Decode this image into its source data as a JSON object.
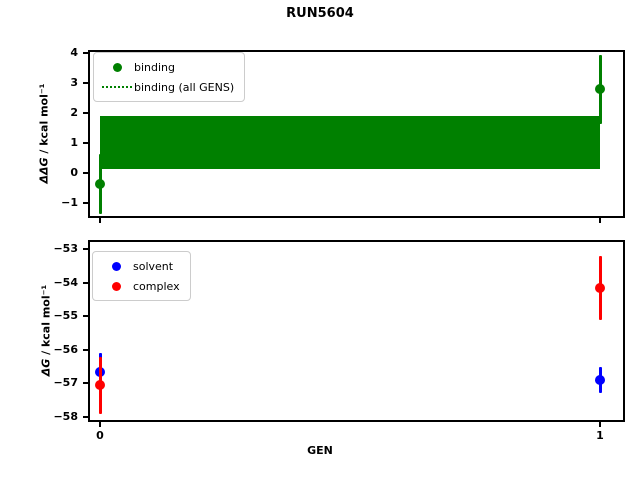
{
  "figure": {
    "title": "RUN5604",
    "background": "#ffffff"
  },
  "chart_data": [
    {
      "type": "scatter",
      "subplot": "top",
      "ylabel_symbol": "ΔΔG",
      "ylabel_units": " / kcal mol⁻¹",
      "ylabel": "ΔΔG / kcal mol⁻¹",
      "xlim": [
        -0.025,
        1.05
      ],
      "ylim": [
        -1.5,
        4.1
      ],
      "yticks": [
        4,
        3,
        2,
        1,
        0,
        -1
      ],
      "xticks": [
        0,
        1
      ],
      "xtick_labels_visible": false,
      "grid": false,
      "legend_position": "upper-left",
      "series": [
        {
          "name": "binding",
          "type": "errorbar-scatter",
          "marker": "dot",
          "color": "#008000",
          "x": [
            0,
            1
          ],
          "y": [
            -0.35,
            2.8
          ],
          "yerr": [
            1.0,
            1.15
          ]
        },
        {
          "name": "binding (all GENS)",
          "type": "hline-band",
          "line_style": "dotted",
          "color": "#008000",
          "mean": 1.0,
          "band_low": 0.15,
          "band_high": 1.9,
          "x_range": [
            0,
            1
          ]
        }
      ]
    },
    {
      "type": "scatter",
      "subplot": "bottom",
      "xlabel": "GEN",
      "ylabel_symbol": "ΔG",
      "ylabel_units": " / kcal mol⁻¹",
      "ylabel": "ΔG / kcal mol⁻¹",
      "xlim": [
        -0.025,
        1.05
      ],
      "ylim": [
        -58.15,
        -52.75
      ],
      "yticks": [
        -53,
        -54,
        -55,
        -56,
        -57,
        -58
      ],
      "xticks": [
        0,
        1
      ],
      "xtick_labels_visible": true,
      "grid": false,
      "legend_position": "upper-left",
      "series": [
        {
          "name": "solvent",
          "type": "errorbar-scatter",
          "marker": "dot",
          "color": "#0000ff",
          "x": [
            0,
            1
          ],
          "y": [
            -56.65,
            -56.9
          ],
          "yerr": [
            0.55,
            0.4
          ]
        },
        {
          "name": "complex",
          "type": "errorbar-scatter",
          "marker": "dot",
          "color": "#ff0000",
          "x": [
            0,
            1
          ],
          "y": [
            -57.05,
            -54.15
          ],
          "yerr": [
            0.85,
            0.95
          ]
        }
      ]
    }
  ]
}
